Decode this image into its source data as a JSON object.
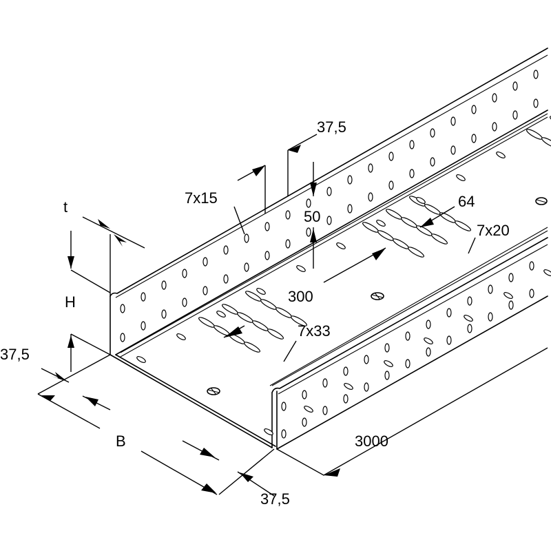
{
  "dimensions": {
    "t": "t",
    "H": "H",
    "B": "B",
    "flange_left": "37,5",
    "flange_right": "37,5",
    "flange_top": "37,5",
    "slot_side": "7x15",
    "slot_pitch_height": "50",
    "slot_distance": "64",
    "slot_end": "7x20",
    "slot_bottom": "7x33",
    "perforation_pitch": "300",
    "length": "3000"
  }
}
